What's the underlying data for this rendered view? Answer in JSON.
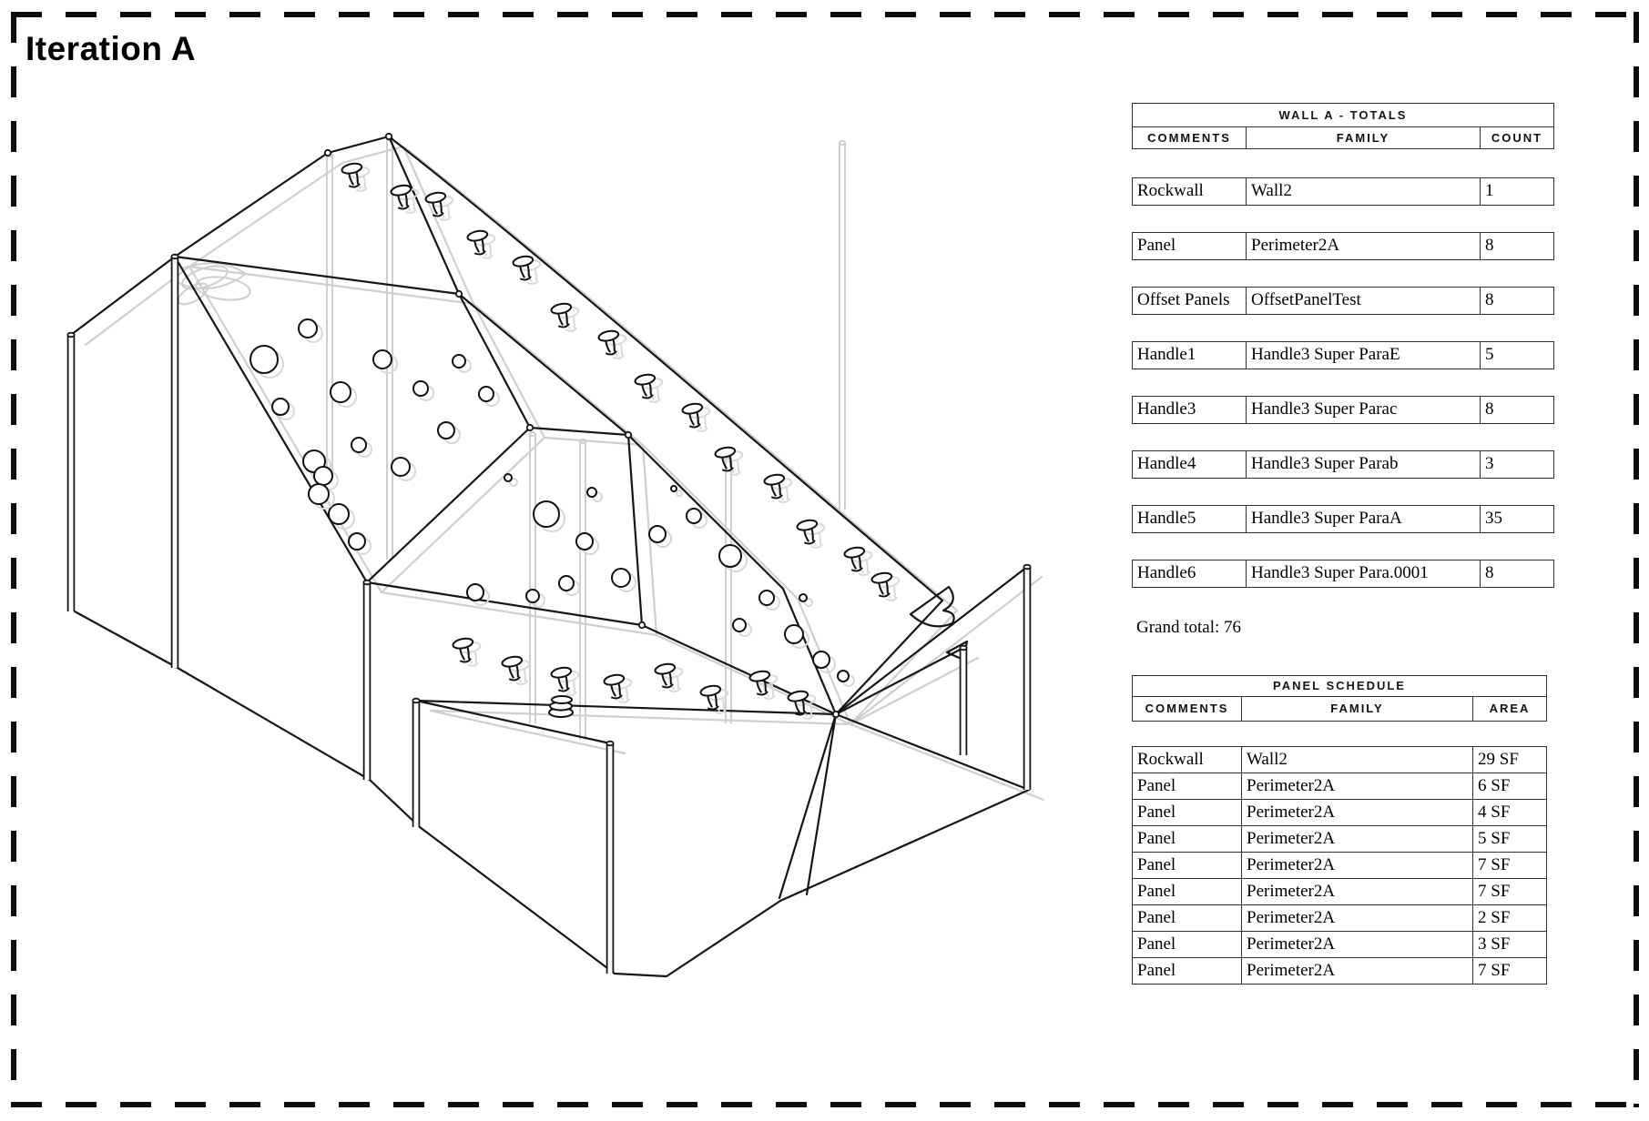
{
  "page": {
    "title": "Iteration A"
  },
  "wall_totals": {
    "title": "Wall A - Totals",
    "columns": [
      "Comments",
      "Family",
      "Count"
    ],
    "rows": [
      [
        "Rockwall",
        "Wall2",
        "1"
      ],
      [
        "Panel",
        "Perimeter2A",
        "8"
      ],
      [
        "Offset Panels",
        "OffsetPanelTest",
        "8"
      ],
      [
        "Handle1",
        "Handle3 Super ParaE",
        "5"
      ],
      [
        "Handle3",
        "Handle3 Super Parac",
        "8"
      ],
      [
        "Handle4",
        "Handle3 Super Parab",
        "3"
      ],
      [
        "Handle5",
        "Handle3 Super ParaA",
        "35"
      ],
      [
        "Handle6",
        "Handle3 Super Para.0001",
        "8"
      ]
    ],
    "grand_total": "Grand total: 76"
  },
  "panel_schedule": {
    "title": "Panel Schedule",
    "columns": [
      "Comments",
      "Family",
      "Area"
    ],
    "rows": [
      [
        "Rockwall",
        "Wall2",
        "29 SF"
      ],
      [
        "Panel",
        "Perimeter2A",
        "6 SF"
      ],
      [
        "Panel",
        "Perimeter2A",
        "4 SF"
      ],
      [
        "Panel",
        "Perimeter2A",
        "5 SF"
      ],
      [
        "Panel",
        "Perimeter2A",
        "7 SF"
      ],
      [
        "Panel",
        "Perimeter2A",
        "7 SF"
      ],
      [
        "Panel",
        "Perimeter2A",
        "2 SF"
      ],
      [
        "Panel",
        "Perimeter2A",
        "3 SF"
      ],
      [
        "Panel",
        "Perimeter2A",
        "7 SF"
      ]
    ]
  }
}
